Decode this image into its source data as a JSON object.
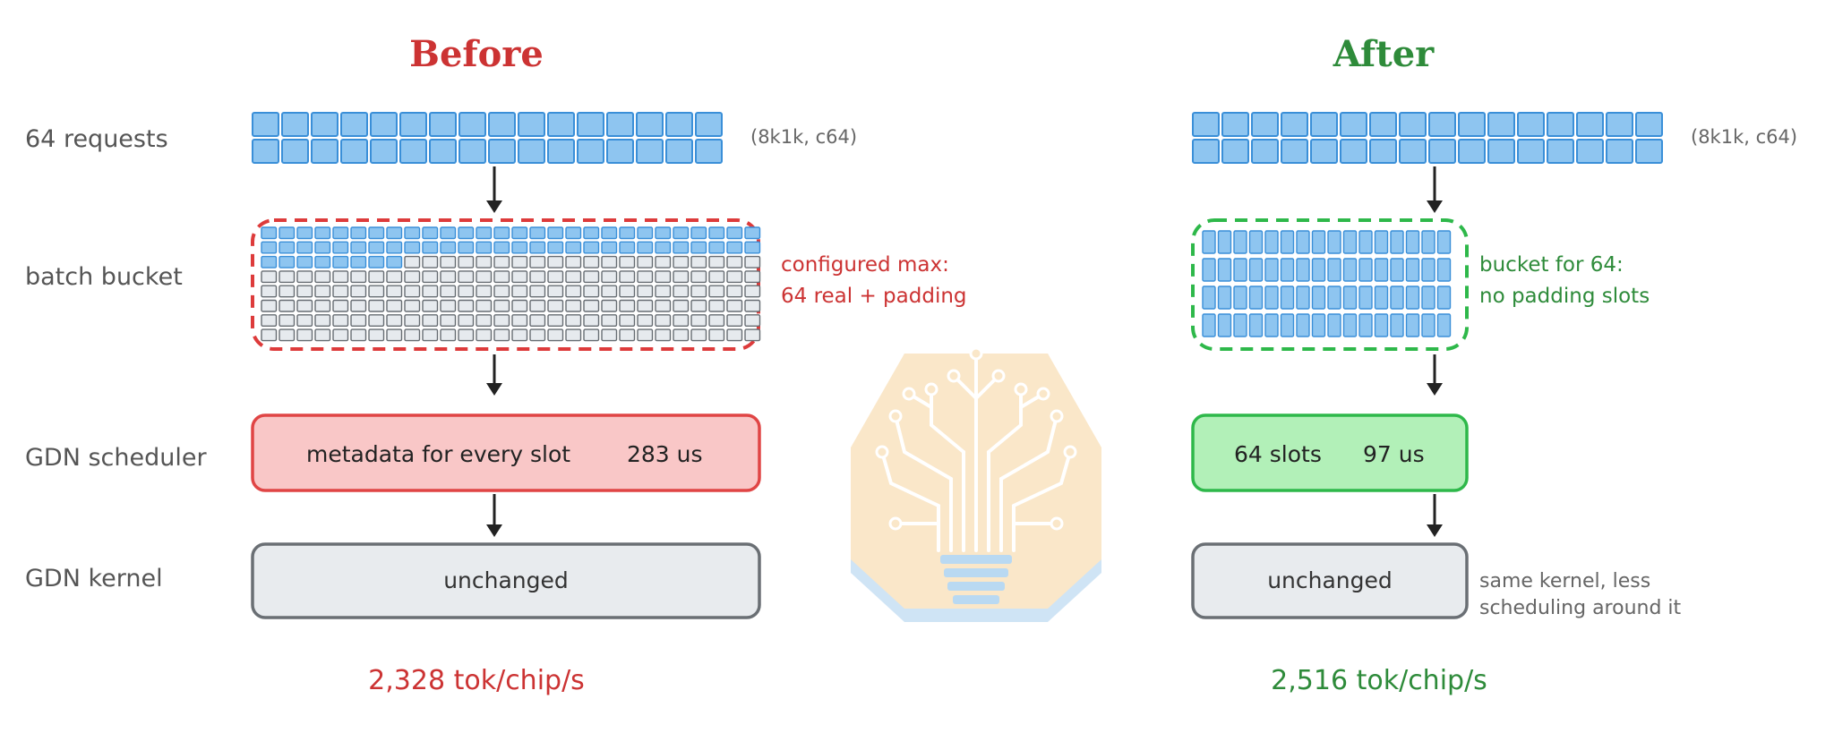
{
  "colors": {
    "before": "#cc3333",
    "after": "#2e8b3a",
    "request_fill": "#8ec5f0",
    "request_stroke": "#3a8fd8",
    "padding_fill": "#e6eaee",
    "padding_stroke": "#666c72",
    "scheduler_before_fill": "#f9c7c7",
    "scheduler_after_fill": "#b2f0b8",
    "kernel_fill": "#e8ebee",
    "kernel_stroke": "#6a6f74",
    "row_label": "#555555",
    "note_gray": "#666666",
    "arrow": "#222222"
  },
  "row_labels": [
    "64 requests",
    "batch bucket",
    "GDN scheduler",
    "GDN kernel"
  ],
  "before": {
    "title": "Before",
    "request_note": "(8k1k, c64)",
    "bucket_note_line1": "configured max:",
    "bucket_note_line2": "64 real + padding",
    "scheduler_text": "metadata for every slot",
    "scheduler_time": "283 us",
    "kernel_text": "unchanged",
    "throughput": "2,328 tok/chip/s",
    "request_count": 32,
    "bucket_cols": 28,
    "bucket_rows": 8,
    "bucket_real_slots": 64
  },
  "after": {
    "title": "After",
    "request_note": "(8k1k, c64)",
    "bucket_note_line1": "bucket for 64:",
    "bucket_note_line2": "no padding slots",
    "scheduler_text": "64 slots",
    "scheduler_time": "97 us",
    "kernel_text": "unchanged",
    "kernel_note_line1": "same kernel, less",
    "kernel_note_line2": "scheduling around it",
    "throughput": "2,516 tok/chip/s",
    "request_count": 32,
    "bucket_cols": 16,
    "bucket_rows": 4,
    "bucket_real_slots": 64
  },
  "center_logo": "lightbulb-circuit-logo"
}
